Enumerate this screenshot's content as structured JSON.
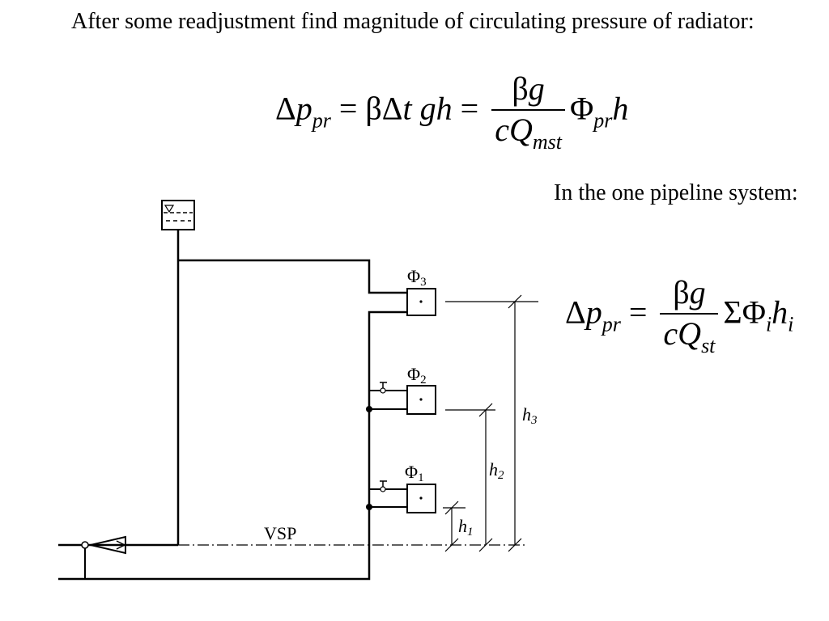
{
  "intro_text": "After some readjustment find magnitude of circulating pressure of radiator:",
  "note_text": "In the one pipeline system:",
  "formula1": {
    "delta": "Δ",
    "p": "p",
    "pr": "pr",
    "eq1": " = βΔ",
    "t": "t",
    "g": " g",
    "h": "h",
    "eq2": " =",
    "num_beta": "β",
    "num_g": "g",
    "den_c": "cQ",
    "den_sub": "mst",
    "tail_phi": "Φ",
    "tail_sub": "pr",
    "tail_h": "h"
  },
  "formula2": {
    "delta": "Δ",
    "p": "p",
    "pr": "pr",
    "eq": " =",
    "num_beta": "β",
    "num_g": "g",
    "den_c": "cQ",
    "den_sub": "st",
    "sum": "ΣΦ",
    "i1": "i",
    "h": "h",
    "i2": "i"
  },
  "diagram": {
    "phi3": "Φ",
    "phi3_sub": "3",
    "phi2": "Φ",
    "phi2_sub": "2",
    "phi1": "Φ",
    "phi1_sub": "1",
    "h3": "h",
    "h3_sub": "3",
    "h2": "h",
    "h2_sub": "2",
    "h1": "h",
    "h1_sub": "1",
    "vsp": "VSP"
  }
}
